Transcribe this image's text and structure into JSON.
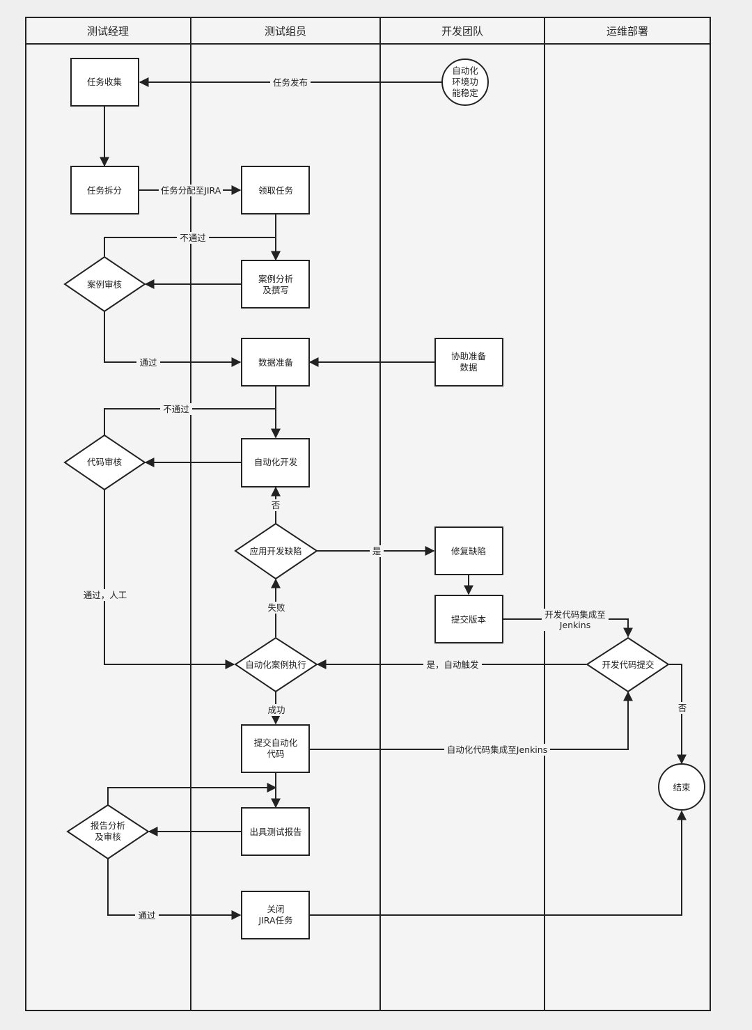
{
  "lanes": [
    "测试经理",
    "测试组员",
    "开发团队",
    "运维部署"
  ],
  "nodes": {
    "task_collect": "任务收集",
    "env_stable": [
      "自动化",
      "环境功",
      "能稳定"
    ],
    "task_split": "任务拆分",
    "take_task": "领取任务",
    "case_review": "案例审核",
    "case_analysis": [
      "案例分析",
      "及撰写"
    ],
    "data_prep": "数据准备",
    "assist_data": [
      "协助准备",
      "数据"
    ],
    "code_review": "代码审核",
    "auto_dev": "自动化开发",
    "app_defect": "应用开发缺陷",
    "fix_defect": "修复缺陷",
    "submit_version": "提交版本",
    "dev_code_commit": "开发代码提交",
    "auto_exec": "自动化案例执行",
    "submit_auto_code": [
      "提交自动化",
      "代码"
    ],
    "end": "结束",
    "report_review": [
      "报告分析",
      "及审核"
    ],
    "issue_report": "出具测试报告",
    "close_jira": [
      "关闭",
      "JIRA任务"
    ]
  },
  "edges": {
    "publish": "任务发布",
    "assign_jira": "任务分配至JIRA",
    "fail_case": "不通过",
    "pass_case": "通过",
    "fail_code": "不通过",
    "pass_manual": "通过，人工",
    "no_dev": "否",
    "yes_fix": "是",
    "fail_exec": "失败",
    "dev_jenkins": [
      "开发代码集成至",
      "Jenkins"
    ],
    "yes_auto": "是，自动触发",
    "success": "成功",
    "no_commit": "否",
    "auto_jenkins": "自动化代码集成至Jenkins",
    "pass_report": "通过"
  }
}
